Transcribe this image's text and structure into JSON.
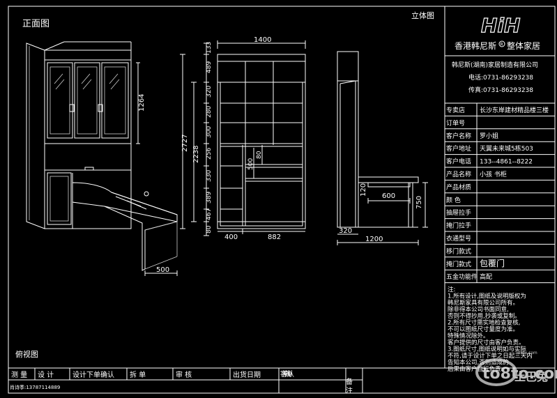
{
  "drawing": {
    "front_view_title": "正面图",
    "iso_view_title": "立体图",
    "top_view_title": "俯视图",
    "dims": {
      "front_total_width": "1400",
      "front_left_width": "400",
      "front_right_width": "882",
      "front_total_height": "2727",
      "front_inner_height": "2238",
      "upper_cabinet_height": "1264",
      "row_heights": [
        "133",
        "489",
        "320",
        "280",
        "300",
        "256",
        "330",
        "389",
        "467",
        "80"
      ],
      "shelf_gap": "500",
      "shelf_small": "80",
      "desk_depth_left": "500",
      "side_depth": "320",
      "desk_length": "1200",
      "desk_width": "600",
      "desk_height": "750",
      "desk_top": "120"
    }
  },
  "title_block": {
    "logo": "HiH",
    "company": "香港韩尼斯",
    "registered": "R",
    "slogan": "整体家居",
    "factory": "韩尼斯(湖南)家居制造有限公司",
    "phone": "电话:0731-86293238",
    "fax": "传真:0731-86293238",
    "rows": [
      {
        "label": "专卖店",
        "value": "长沙东岸建材精品楼三楼"
      },
      {
        "label": "订单号",
        "value": ""
      },
      {
        "label": "客户名称",
        "value": "罗小姐"
      },
      {
        "label": "客户地址",
        "value": "天翼未来城5栋503"
      },
      {
        "label": "客户电话",
        "value": "133--4861--8222"
      },
      {
        "label": "产品名称",
        "value": "小孩  书柜"
      },
      {
        "label": "产品材质",
        "value": ""
      },
      {
        "label": "颜    色",
        "value": ""
      },
      {
        "label": "抽屉拉手",
        "value": ""
      },
      {
        "label": "掩门拉手",
        "value": ""
      },
      {
        "label": "衣通型号",
        "value": ""
      },
      {
        "label": "移门款式",
        "value": ""
      },
      {
        "label": "掩门款式",
        "value": "包覆门"
      },
      {
        "label": "五金功能件",
        "value": "高配"
      }
    ],
    "notes": [
      "注:",
      "1.所有设计,图纸及说明版权为",
      "韩尼斯家具有限公司所有。",
      "除非得本公司书面同意,",
      "否则不得抄用,抄袭或复制。",
      "2.所有尺寸需实地检查复核,",
      "不可以图纸尺寸量度为准。",
      "特殊情况除外。",
      "客户提供的尺寸由客户负责。",
      "3.图纸尺寸,图纸说明如与实际",
      "不符,请于设计下单之日起三天内",
      "告知本公司,否则造成的",
      "后果由客户自行负责。"
    ]
  },
  "bottom_bar": {
    "cells": [
      "测  量",
      "设  计",
      "设计下单确认",
      "拆  单",
      "审  核",
      "出货日期",
      "客户确认",
      "备  注"
    ],
    "surveyor_value": "肖诗季:13787114889"
  },
  "watermark": {
    "brand": "土巴兔",
    "site": "to8to.com",
    "tag": "To8to.com"
  }
}
